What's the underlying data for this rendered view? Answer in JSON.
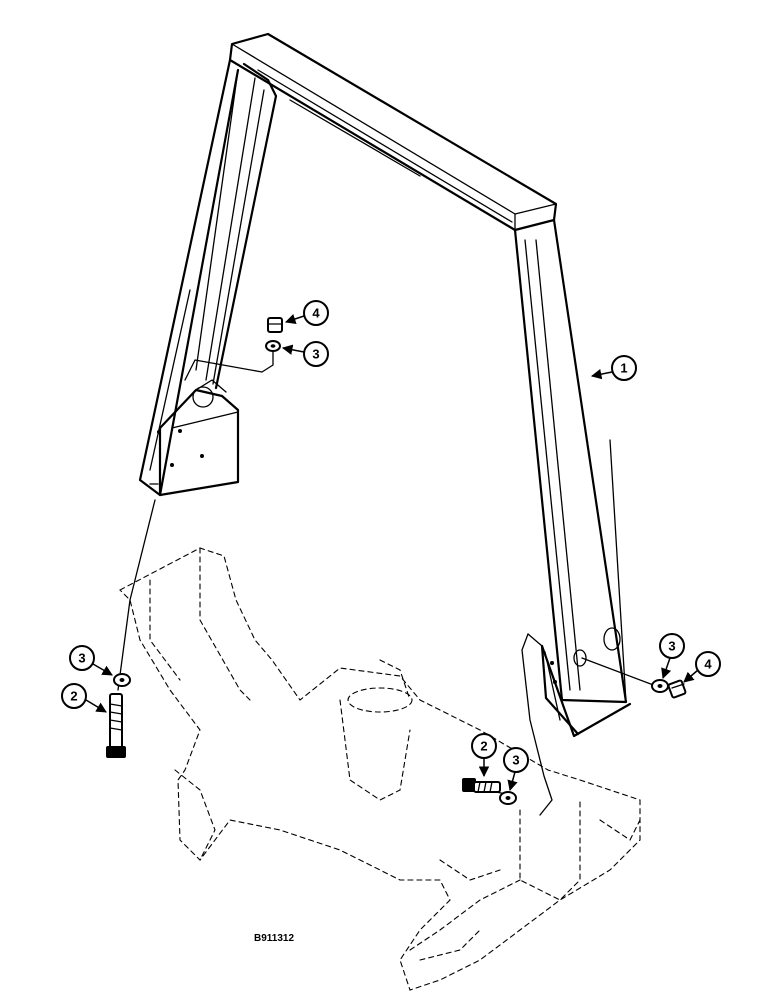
{
  "figure_id": "B911312",
  "callouts": [
    {
      "label": "1",
      "part": "frame"
    },
    {
      "label": "2",
      "part": "bolt-left"
    },
    {
      "label": "2",
      "part": "bolt-right"
    },
    {
      "label": "3",
      "part": "washer-upper"
    },
    {
      "label": "3",
      "part": "washer-left"
    },
    {
      "label": "3",
      "part": "washer-right-lower"
    },
    {
      "label": "3",
      "part": "washer-right"
    },
    {
      "label": "4",
      "part": "nut-upper"
    },
    {
      "label": "4",
      "part": "nut-right"
    }
  ]
}
